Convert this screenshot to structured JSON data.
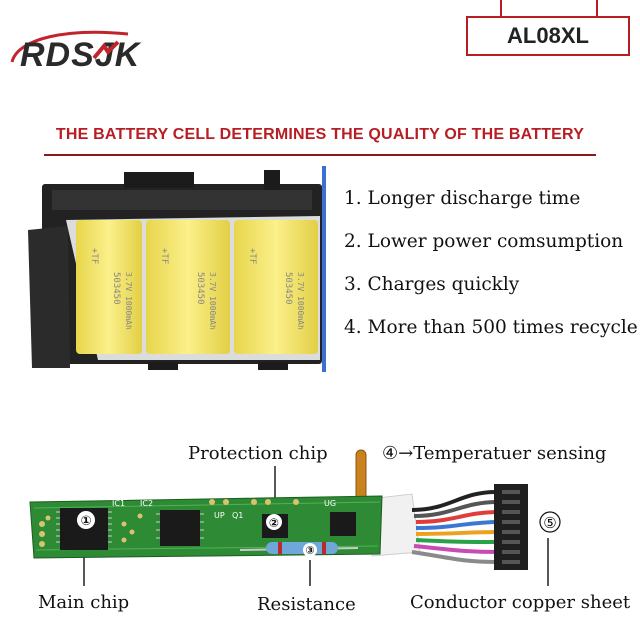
{
  "brand": {
    "logo_text": "RDSJK",
    "model": "AL08XL"
  },
  "headline": "THE BATTERY CELL DETERMINES THE QUALITY OF THE BATTERY",
  "features": [
    "1. Longer discharge time",
    "2. Lower power comsumption",
    "3. Charges quickly",
    "4. More than 500 times recycle"
  ],
  "battery": {
    "cell_label_top": "+TF",
    "cell_label_mid": "503450",
    "cell_label_low": "3.7V 1000mAh"
  },
  "pcb": {
    "silk_ic1": "IC1",
    "silk_ic2": "IC2",
    "silk_q1": "Q1",
    "silk_up": "UP",
    "silk_ug": "UG",
    "markers": [
      "①",
      "②",
      "③",
      "④",
      "⑤"
    ]
  },
  "labels": {
    "protection_chip": "Protection chip",
    "temperature": "④→Temperatuer sensing",
    "main_chip": "Main chip",
    "resistance": "Resistance",
    "copper_sheet": "Conductor copper sheet"
  },
  "colors": {
    "accent_red": "#b81d24",
    "pcb_green": "#2e8a34",
    "cell_yellow": "#f2e463"
  }
}
